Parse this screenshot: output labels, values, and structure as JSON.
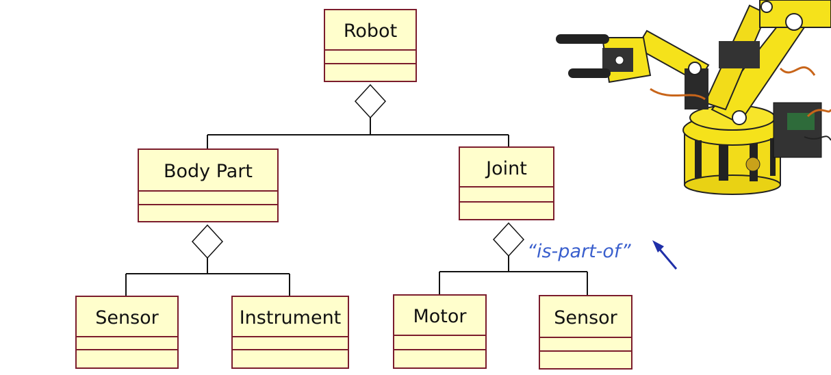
{
  "diagram": {
    "classes": {
      "robot": "Robot",
      "body_part": "Body Part",
      "joint": "Joint",
      "sensor_body": "Sensor",
      "instrument": "Instrument",
      "motor": "Motor",
      "sensor_joint": "Sensor"
    },
    "annotation": "“is-part-of”",
    "colors": {
      "class_fill": "#fffecc",
      "class_border": "#7b1c2c",
      "annotation": "#3a5fcd",
      "robot_yellow": "#f5e21b"
    },
    "relationships": [
      {
        "whole": "Robot",
        "parts": [
          "Body Part",
          "Joint"
        ],
        "type": "aggregation"
      },
      {
        "whole": "Body Part",
        "parts": [
          "Sensor",
          "Instrument"
        ],
        "type": "aggregation"
      },
      {
        "whole": "Joint",
        "parts": [
          "Motor",
          "Sensor"
        ],
        "type": "aggregation"
      }
    ]
  }
}
